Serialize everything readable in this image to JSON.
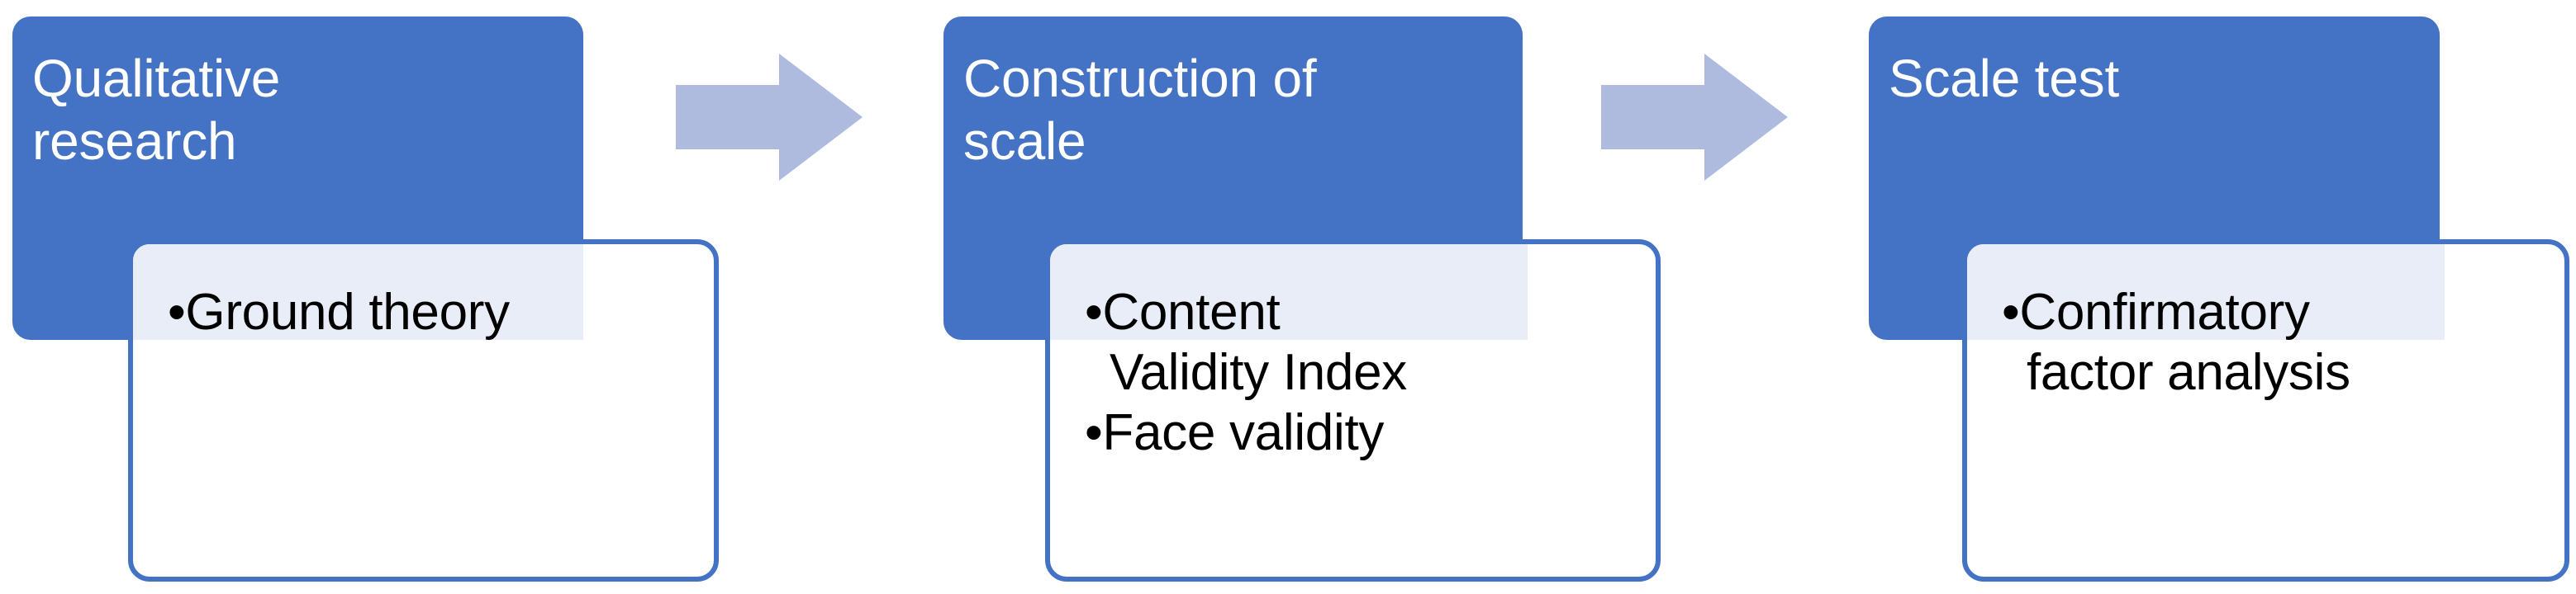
{
  "diagram": {
    "type": "process-flow",
    "orientation": "horizontal",
    "background_color": "#FFFFFF",
    "colors": {
      "header_fill": "#4472C4",
      "header_text": "#FFFFFF",
      "card_fill": "#FFFFFF",
      "card_border": "#4472C4",
      "card_tint": "#E9EDF7",
      "arrow_fill": "#AEBBDE",
      "bullet_text": "#000000"
    },
    "stages": [
      {
        "id": "stage-1",
        "header": "Qualitative\nresearch",
        "bullets": [
          {
            "marker": "•",
            "text": "Ground theory"
          }
        ]
      },
      {
        "id": "stage-2",
        "header": "Construction of\nscale",
        "bullets": [
          {
            "marker": "•",
            "text": "Content\nValidity Index"
          },
          {
            "marker": "•",
            "text": "Face validity"
          }
        ]
      },
      {
        "id": "stage-3",
        "header": "Scale test",
        "bullets": [
          {
            "marker": "•",
            "text": "Confirmatory\nfactor analysis"
          }
        ]
      }
    ],
    "connectors": [
      {
        "id": "arrow-1",
        "from": "stage-1",
        "to": "stage-2",
        "shape": "right-arrow"
      },
      {
        "id": "arrow-2",
        "from": "stage-2",
        "to": "stage-3",
        "shape": "right-arrow"
      }
    ]
  }
}
